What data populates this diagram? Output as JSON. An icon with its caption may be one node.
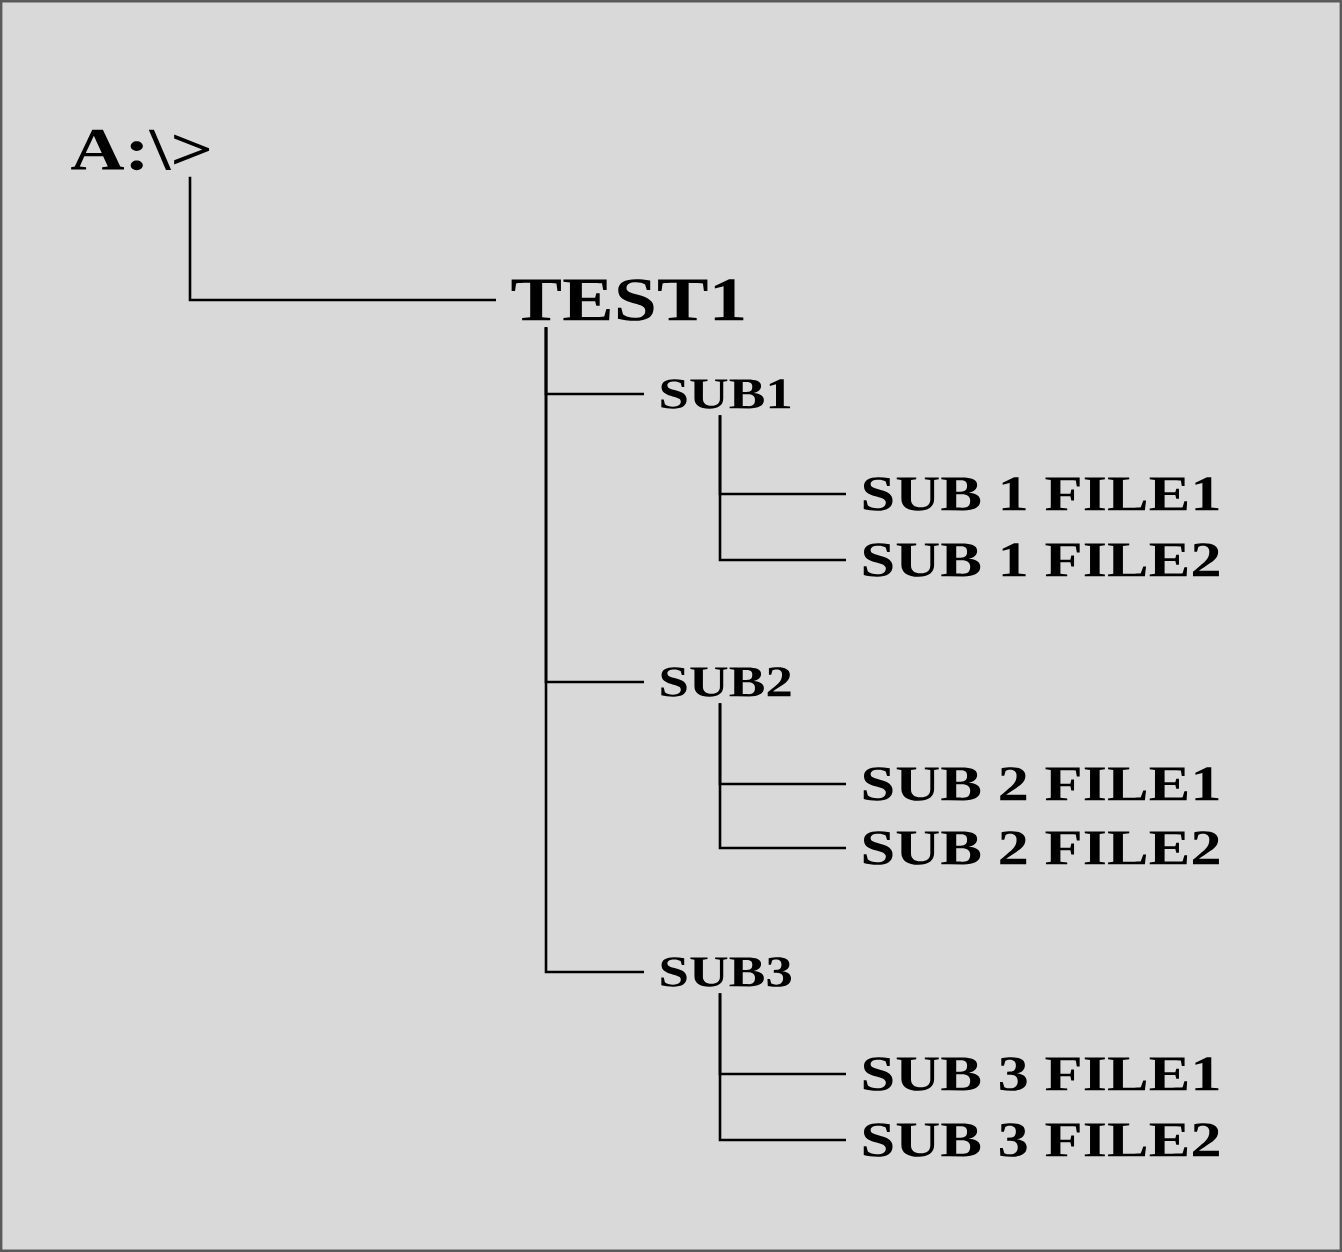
{
  "diagram": {
    "nodes": [
      {
        "text": [
          "A:\\>"
        ]
      },
      {
        "text": [
          "TEST1"
        ]
      },
      {
        "text": [
          "SUB1"
        ]
      },
      {
        "text": [
          "SUB 1 FILE1"
        ]
      },
      {
        "text": [
          "SUB 1 FILE2"
        ]
      },
      {
        "text": [
          "SUB2"
        ]
      },
      {
        "text": [
          "SUB 2 FILE1"
        ]
      },
      {
        "text": [
          "SUB 2 FILE2"
        ]
      },
      {
        "text": [
          "SUB3"
        ]
      },
      {
        "text": [
          "SUB 3 FILE1"
        ]
      },
      {
        "text": [
          "SUB 3 FILE2"
        ]
      }
    ],
    "edges": [
      {
        "from": 0,
        "to": 1,
        "arrow": "none"
      },
      {
        "from": 1,
        "to": 2,
        "arrow": "none"
      },
      {
        "from": 2,
        "to": 3,
        "arrow": "none"
      },
      {
        "from": 2,
        "to": 4,
        "arrow": "none"
      },
      {
        "from": 1,
        "to": 5,
        "arrow": "none"
      },
      {
        "from": 5,
        "to": 6,
        "arrow": "none"
      },
      {
        "from": 5,
        "to": 7,
        "arrow": "none"
      },
      {
        "from": 1,
        "to": 8,
        "arrow": "none"
      },
      {
        "from": 8,
        "to": 9,
        "arrow": "none"
      },
      {
        "from": 8,
        "to": 10,
        "arrow": "none"
      }
    ]
  }
}
